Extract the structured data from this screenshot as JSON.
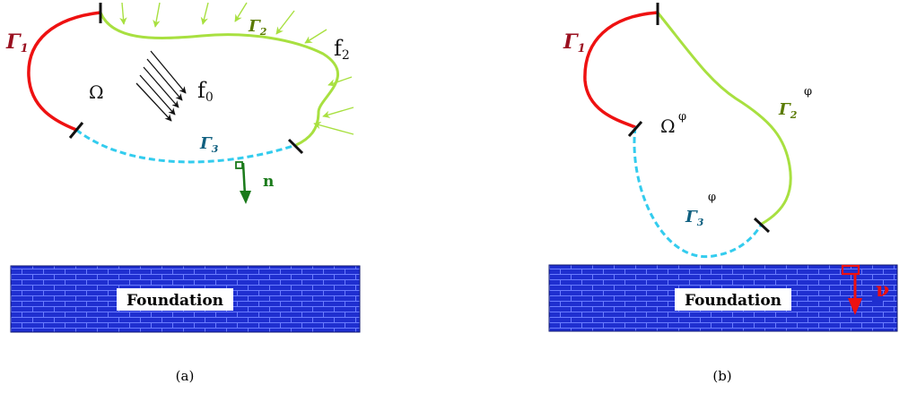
{
  "panel_a": {
    "caption": "(a)",
    "gamma1": "Γ",
    "gamma1_sub": "1",
    "gamma2": "Γ",
    "gamma2_sub": "2",
    "gamma3": "Γ",
    "gamma3_sub": "3",
    "omega": "Ω",
    "f0": "f",
    "f0_sub": "0",
    "f2": "f",
    "f2_sub": "2",
    "normal": "n",
    "foundation": "Foundation"
  },
  "panel_b": {
    "caption": "(b)",
    "gamma1": "Γ",
    "gamma1_sub": "1",
    "gamma2": "Γ",
    "gamma2_sub": "2",
    "gamma2_sup": "φ",
    "gamma3": "Γ",
    "gamma3_sub": "3",
    "gamma3_sup": "φ",
    "omega": "Ω",
    "omega_sup": "φ",
    "nu": "ν",
    "foundation": "Foundation"
  },
  "colors": {
    "gamma1": "#ee1111",
    "gamma2": "#a8e040",
    "gamma3": "#33ccee",
    "normal": "#1a7a1a",
    "nu": "#ee1111",
    "foundation_fill": "#1f2fd0",
    "foundation_brick": "#6677ff",
    "label_gamma1": "#9a1020",
    "label_gamma2": "#5a7a00",
    "label_gamma3": "#106080"
  },
  "icons": {
    "traction_arrows": "arrow-icon",
    "body_force_arrows": "arrow-icon",
    "normal_arrow": "arrow-down-icon",
    "nu_arrow": "arrow-down-icon"
  }
}
